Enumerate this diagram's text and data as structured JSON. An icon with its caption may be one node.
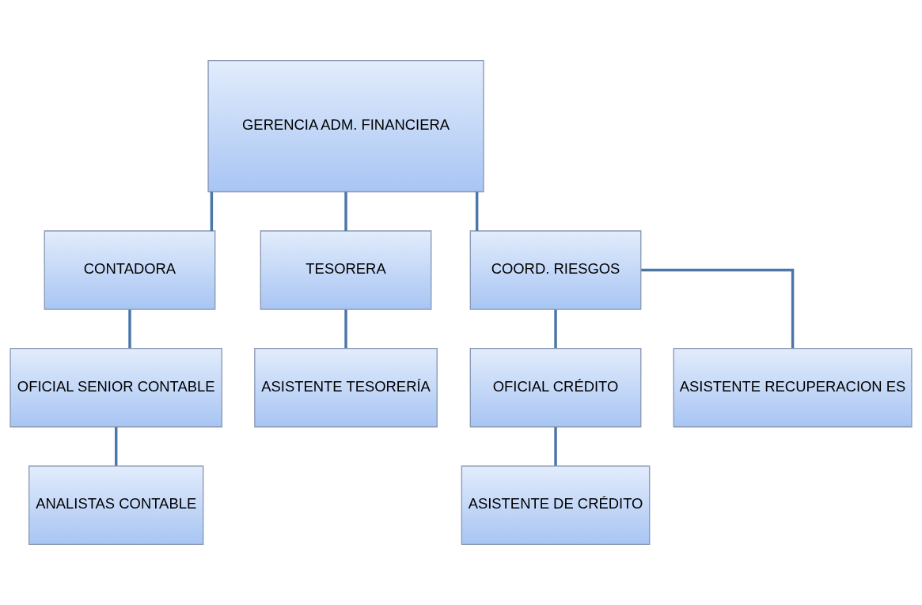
{
  "diagram": {
    "nodes": [
      {
        "text": [
          "GERENCIA ADM. FINANCIERA"
        ]
      },
      {
        "text": [
          "CONTADORA"
        ]
      },
      {
        "text": [
          "TESORERA"
        ]
      },
      {
        "text": [
          "COORD. RIESGOS"
        ]
      },
      {
        "text": [
          "OFICIAL SENIOR CONTABLE"
        ]
      },
      {
        "text": [
          "ANALISTAS CONTABLE"
        ]
      },
      {
        "text": [
          "ASISTENTE TESORERÍA"
        ]
      },
      {
        "text": [
          "OFICIAL CRÉDITO"
        ]
      },
      {
        "text": [
          "ASISTENTE DE CRÉDITO"
        ]
      },
      {
        "text": [
          "ASISTENTE RECUPERACION ES"
        ]
      }
    ],
    "edges": [
      {
        "from": 0,
        "to": 1,
        "arrow": "none"
      },
      {
        "from": 0,
        "to": 2,
        "arrow": "none"
      },
      {
        "from": 0,
        "to": 3,
        "arrow": "none"
      },
      {
        "from": 1,
        "to": 4,
        "arrow": "none"
      },
      {
        "from": 4,
        "to": 5,
        "arrow": "none"
      },
      {
        "from": 2,
        "to": 6,
        "arrow": "none"
      },
      {
        "from": 3,
        "to": 7,
        "arrow": "none"
      },
      {
        "from": 3,
        "to": 9,
        "arrow": "none"
      },
      {
        "from": 7,
        "to": 8,
        "arrow": "none"
      }
    ]
  }
}
